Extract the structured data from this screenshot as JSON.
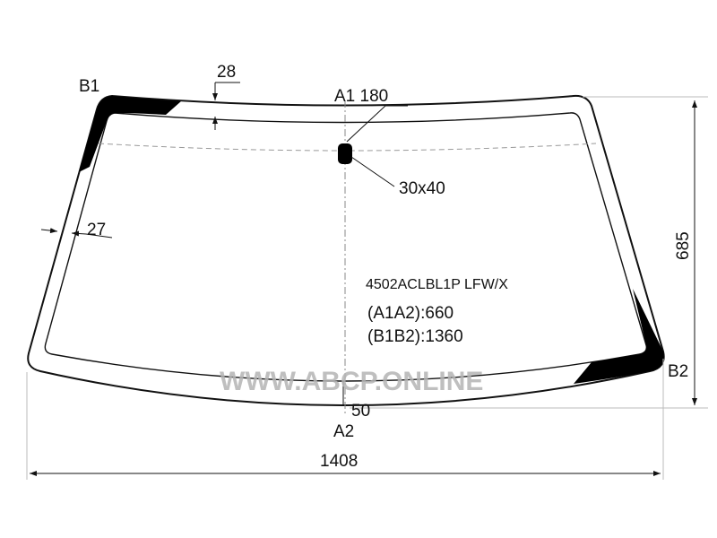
{
  "labels": {
    "b1": "B1",
    "b2": "B2",
    "a1": "A1 180",
    "a2": "A2",
    "top_band": "28",
    "side_band": "27",
    "bottom_band": "50",
    "sensor": "30x40",
    "height": "685",
    "width": "1408",
    "part_number": "4502ACLBL1P LFW/X",
    "a1a2": "(A1A2):660",
    "b1b2": "(B1B2):1360",
    "watermark": "WWW.ABCP.ONLINE"
  },
  "colors": {
    "line": "#111111",
    "fill": "#000000",
    "watermark": "#b5b5b5"
  }
}
